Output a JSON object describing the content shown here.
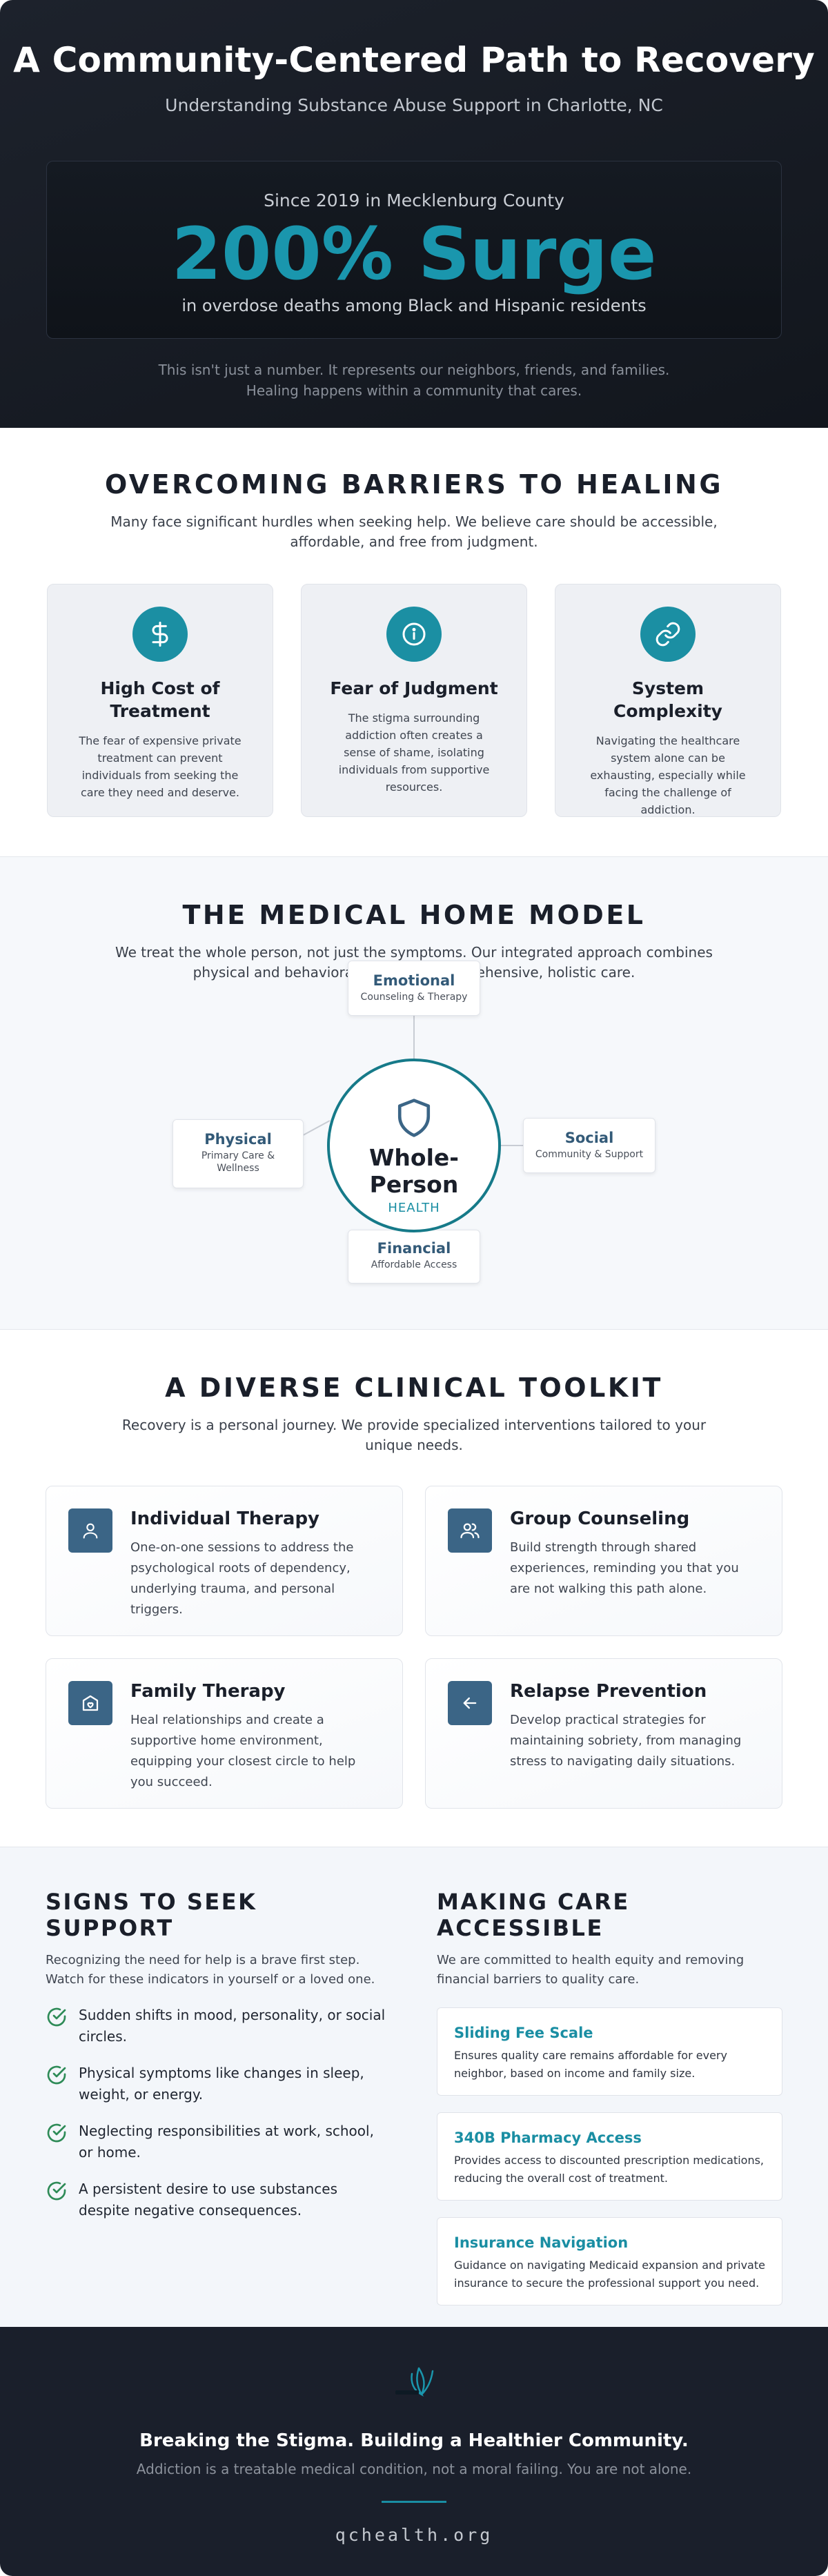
{
  "hero": {
    "title": "A Community-Centered Path to Recovery",
    "subtitle": "Understanding Substance Abuse Support in Charlotte, NC",
    "stat_since": "Since 2019 in Mecklenburg County",
    "stat_value": "200% Surge",
    "stat_desc": "in overdose deaths among Black and Hispanic residents",
    "note_line1": "This isn't just a number. It represents our neighbors, friends, and families.",
    "note_line2": "Healing happens within a community that cares."
  },
  "barriers": {
    "title": "OVERCOMING BARRIERS TO HEALING",
    "lead": "Many face significant hurdles when seeking help. We believe care should be accessible, affordable, and free from judgment.",
    "cards": [
      {
        "icon": "dollar-icon",
        "title": "High Cost of Treatment",
        "text": "The fear of expensive private treatment can prevent individuals from seeking the care they need and deserve."
      },
      {
        "icon": "info-icon",
        "title": "Fear of Judgment",
        "text": "The stigma surrounding addiction often creates a sense of shame, isolating individuals from supportive resources."
      },
      {
        "icon": "link-icon",
        "title": "System Complexity",
        "text": "Navigating the healthcare system alone can be exhausting, especially while facing the challenge of addiction."
      }
    ]
  },
  "medical_home": {
    "title": "THE MEDICAL HOME MODEL",
    "lead": "We treat the whole person, not just the symptoms. Our integrated approach combines physical and behavioral health for comprehensive, holistic care.",
    "hub_title": "Whole-Person",
    "hub_sub": "HEALTH",
    "hub_icon": "shield-icon",
    "nodes": {
      "emotional": {
        "title": "Emotional",
        "sub": "Counseling & Therapy"
      },
      "physical": {
        "title": "Physical",
        "sub": "Primary Care & Wellness"
      },
      "social": {
        "title": "Social",
        "sub": "Community & Support"
      },
      "financial": {
        "title": "Financial",
        "sub": "Affordable Access"
      }
    }
  },
  "toolkit": {
    "title": "A DIVERSE CLINICAL TOOLKIT",
    "lead": "Recovery is a personal journey. We provide specialized interventions tailored to your unique needs.",
    "cards": [
      {
        "icon": "user-icon",
        "title": "Individual Therapy",
        "text": "One-on-one sessions to address the psychological roots of dependency, underlying trauma, and personal triggers."
      },
      {
        "icon": "users-icon",
        "title": "Group Counseling",
        "text": "Build strength through shared experiences, reminding you that you are not walking this path alone."
      },
      {
        "icon": "home-heart-icon",
        "title": "Family Therapy",
        "text": "Heal relationships and create a supportive home environment, equipping your closest circle to help you succeed."
      },
      {
        "icon": "arrow-left-icon",
        "title": "Relapse Prevention",
        "text": "Develop practical strategies for maintaining sobriety, from managing stress to navigating daily situations."
      }
    ]
  },
  "signs": {
    "title": "SIGNS TO SEEK SUPPORT",
    "lead": "Recognizing the need for help is a brave first step. Watch for these indicators in yourself or a loved one.",
    "items": [
      "Sudden shifts in mood, personality, or social circles.",
      "Physical symptoms like changes in sleep, weight, or energy.",
      "Neglecting responsibilities at work, school, or home.",
      "A persistent desire to use substances despite negative consequences."
    ]
  },
  "access": {
    "title": "MAKING CARE ACCESSIBLE",
    "lead": "We are committed to health equity and removing financial barriers to quality care.",
    "items": [
      {
        "title": "Sliding Fee Scale",
        "text": "Ensures quality care remains affordable for every neighbor, based on income and family size."
      },
      {
        "title": "340B Pharmacy Access",
        "text": "Provides access to discounted prescription medications, reducing the overall cost of treatment."
      },
      {
        "title": "Insurance Navigation",
        "text": "Guidance on navigating Medicaid expansion and private insurance to secure the professional support you need."
      }
    ]
  },
  "footer": {
    "logo_icon": "qc-health-logo-icon",
    "tagline": "Breaking the Stigma. Building a Healthier Community.",
    "subline": "Addiction is a treatable medical condition, not a moral failing. You are not alone.",
    "url": "qchealth.org"
  },
  "colors": {
    "accent": "#1a96ad",
    "navy": "#3b6586",
    "dark": "#1a1f2b"
  }
}
